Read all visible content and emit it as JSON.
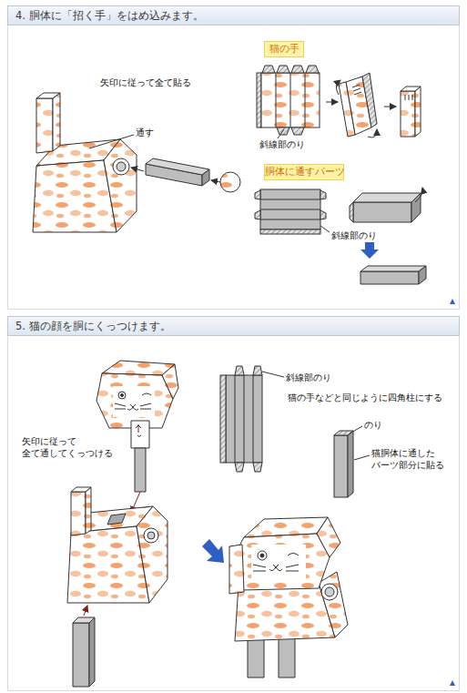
{
  "diagram": {
    "nodes": [
      {
        "text": [
          "4. 胴体に「招く手」をはめ込みます。"
        ]
      },
      {
        "text": [
          "猫の手"
        ]
      },
      {
        "text": [
          "胴体に通すパーツ"
        ]
      },
      {
        "text": [
          "5. 猫の顔を胴にくっつけます。"
        ]
      }
    ],
    "labels": [
      "矢印に従って全て貼る",
      "通す",
      "斜線部のり",
      "斜線部のり",
      "斜線部のり",
      "猫の手などと同じように四角柱にする",
      "のり",
      "猫胴体に通した パーツ部分に貼る",
      "矢印に従って 全て通してくっつける"
    ]
  }
}
